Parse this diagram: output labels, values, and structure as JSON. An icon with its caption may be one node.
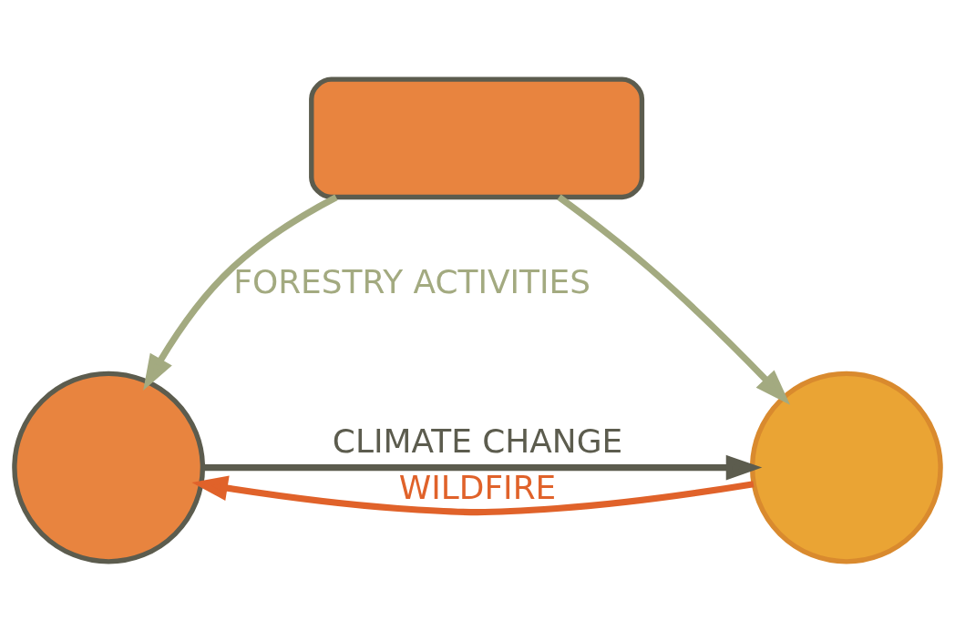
{
  "diagram": {
    "nodes": [
      {
        "text": [],
        "shape": "circle"
      },
      {
        "text": [],
        "shape": "circle"
      },
      {
        "text": [],
        "shape": "box"
      }
    ],
    "edges": [
      {
        "from": 2,
        "to": 0,
        "arrow": "to",
        "label": "FORESTRY ACTIVITIES",
        "color": "#a3aa80"
      },
      {
        "from": 1,
        "to": 0,
        "arrow": "to",
        "label": "WILDFIRE",
        "color": "#e0622a"
      },
      {
        "from": 2,
        "to": 1,
        "arrow": "to",
        "color": "#a3aa80"
      },
      {
        "from": 0,
        "to": 1,
        "arrow": "to",
        "label": "CLIMATE CHANGE",
        "color": "#5c5c4e"
      }
    ]
  }
}
